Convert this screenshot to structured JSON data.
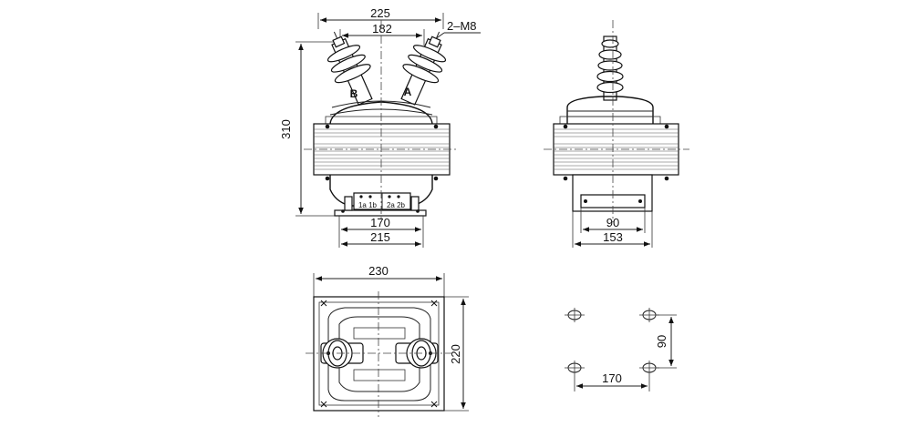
{
  "front_view": {
    "dim_width_top": "225",
    "dim_bolt_spacing_top": "182",
    "bolt_note": "2–M8",
    "dim_height": "310",
    "dim_base_inner": "170",
    "dim_base_outer": "215",
    "label_b": "B",
    "label_a": "A",
    "terminals_left": "1a  1b",
    "terminals_right": "2a  2b"
  },
  "side_view": {
    "dim_inner": "90",
    "dim_outer": "153"
  },
  "top_view": {
    "dim_width": "230",
    "dim_height": "220"
  },
  "mounting_view": {
    "dim_height": "90",
    "dim_width": "170"
  },
  "colors": {
    "line": "#111111",
    "background": "#ffffff"
  }
}
